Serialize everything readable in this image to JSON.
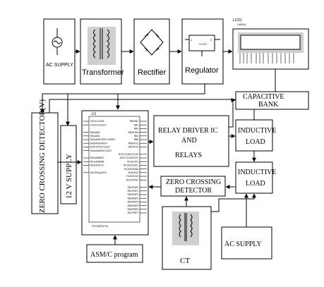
{
  "blocks": {
    "ac_supply_top": "AC SUPPLY",
    "transformer": "Transformer",
    "rectifier": "Rectifier",
    "regulator": "Regulator",
    "lcd_ref": "LCD1",
    "lcd_part": "LM016L",
    "zero_crossing_left": "ZERO CROSSING DETECTOR(V)",
    "supply_12v": "12 V SUPPLY",
    "mcu_ref": "U1",
    "mcu_part": "PIC16F877A",
    "relay_driver_line1": "RELAY DRIVER IC",
    "relay_driver_line2": "AND",
    "relay_driver_line3": "RELAYS",
    "capacitive_bank_line1": "CAPACITIVE",
    "capacitive_bank_line2": "BANK",
    "inductive_load_1_line1": "INDUCTIVE",
    "inductive_load_1_line2": "LOAD",
    "inductive_load_2_line1": "INDUCTIVE",
    "inductive_load_2_line2": "LOAD",
    "zero_crossing_mid_line1": "ZERO CROSSING",
    "zero_crossing_mid_line2": "DETECTOR",
    "asm_program": "ASM/C program",
    "ct": "CT",
    "ac_supply_bottom": "AC SUPPLY"
  },
  "mcu_pins_left": [
    "OSC1/CLKIN",
    "OSC2/CLKOUT",
    "",
    "RA0/AN0",
    "RA1/AN1",
    "RA2/AN2/VREF-/CVREF",
    "RA3/AN3/VREF+",
    "RA4/T0CKI/C1OUT",
    "RA5/AN4/SS/C2OUT",
    "",
    "RE0/AN5/RD",
    "RE1/AN6/WR",
    "RE2/AN7/CS",
    "",
    "MCLR/Vpp/THV"
  ],
  "mcu_pins_right": [
    "RB0/INT",
    "RB1",
    "RB2",
    "RB3/PGM",
    "RB4",
    "RB5",
    "RB6/PGC",
    "RB7/PGD",
    "",
    "RC0/T1OSO/T1CKI",
    "RC1/T1OSI/CCP2",
    "RC2/CCP1",
    "RC3/SCK/SCL",
    "RC4/SDI/SDA",
    "RC5/SDO",
    "RC6/TX/CK",
    "RC7/RX/DT",
    "",
    "RD0/PSP0",
    "RD1/PSP1",
    "RD2/PSP2",
    "RD3/PSP3",
    "RD4/PSP4",
    "RD5/PSP5",
    "RD6/PSP6",
    "RD7/PSP7"
  ]
}
